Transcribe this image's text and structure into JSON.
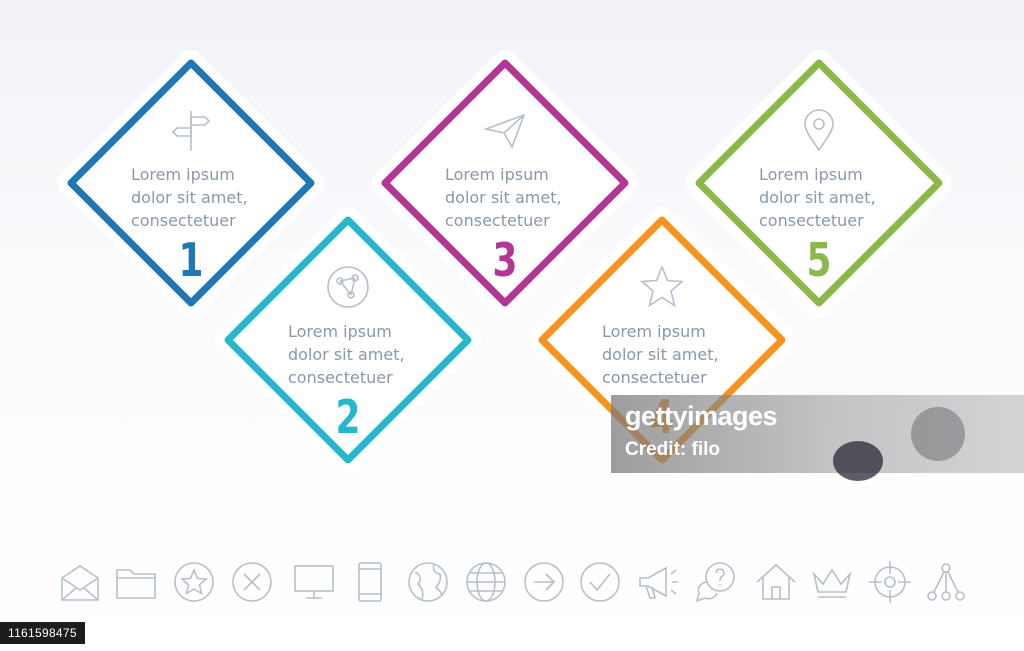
{
  "steps": [
    {
      "number": "1",
      "text": [
        "Lorem ipsum",
        "dolor sit amet,",
        "consectetuer"
      ],
      "color": "#1f78b4",
      "icon": "signpost-icon"
    },
    {
      "number": "2",
      "text": [
        "Lorem ipsum",
        "dolor sit amet,",
        "consectetuer"
      ],
      "color": "#25b7cb",
      "icon": "network-globe-icon"
    },
    {
      "number": "3",
      "text": [
        "Lorem ipsum",
        "dolor sit amet,",
        "consectetuer"
      ],
      "color": "#b43694",
      "icon": "paper-plane-icon"
    },
    {
      "number": "4",
      "text": [
        "Lorem ipsum",
        "dolor sit amet,",
        "consectetuer"
      ],
      "color": "#f7931e",
      "icon": "star-icon"
    },
    {
      "number": "5",
      "text": [
        "Lorem ipsum",
        "dolor sit amet,",
        "consectetuer"
      ],
      "color": "#8cb84a",
      "icon": "location-pin-icon"
    }
  ],
  "icon_row": [
    "envelope-icon",
    "folder-icon",
    "star-circle-icon",
    "close-circle-icon",
    "monitor-icon",
    "mobile-phone-icon",
    "globe-icon",
    "globe-grid-icon",
    "arrow-circle-icon",
    "check-circle-icon",
    "megaphone-icon",
    "question-bubble-icon",
    "home-icon",
    "crown-icon",
    "crosshair-icon",
    "hierarchy-icon"
  ],
  "watermark": {
    "logo": "gettyimages",
    "credit": "Credit: filo"
  },
  "stock_id": "1161598475",
  "text_color": "#8a98aa",
  "icon_color": "#b6bfcc"
}
